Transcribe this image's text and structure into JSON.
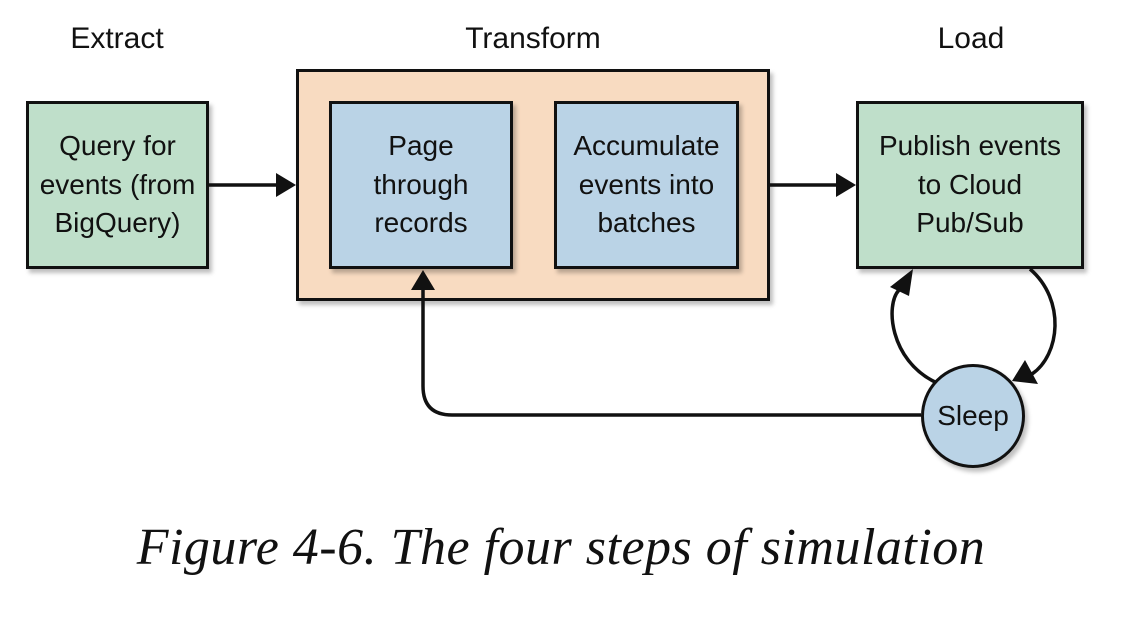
{
  "stages": {
    "extract": "Extract",
    "transform": "Transform",
    "load": "Load"
  },
  "nodes": {
    "query": "Query for\nevents (from\nBigQuery)",
    "page": "Page\nthrough\nrecords",
    "accumulate": "Accumulate\nevents into\nbatches",
    "publish": "Publish events\nto Cloud\nPub/Sub",
    "sleep": "Sleep"
  },
  "caption": "Figure 4-6. The four steps of simulation",
  "colors": {
    "extract_load_fill": "#bfdfca",
    "transform_step_fill": "#bad3e6",
    "transform_group_fill": "#f8dbc1"
  }
}
